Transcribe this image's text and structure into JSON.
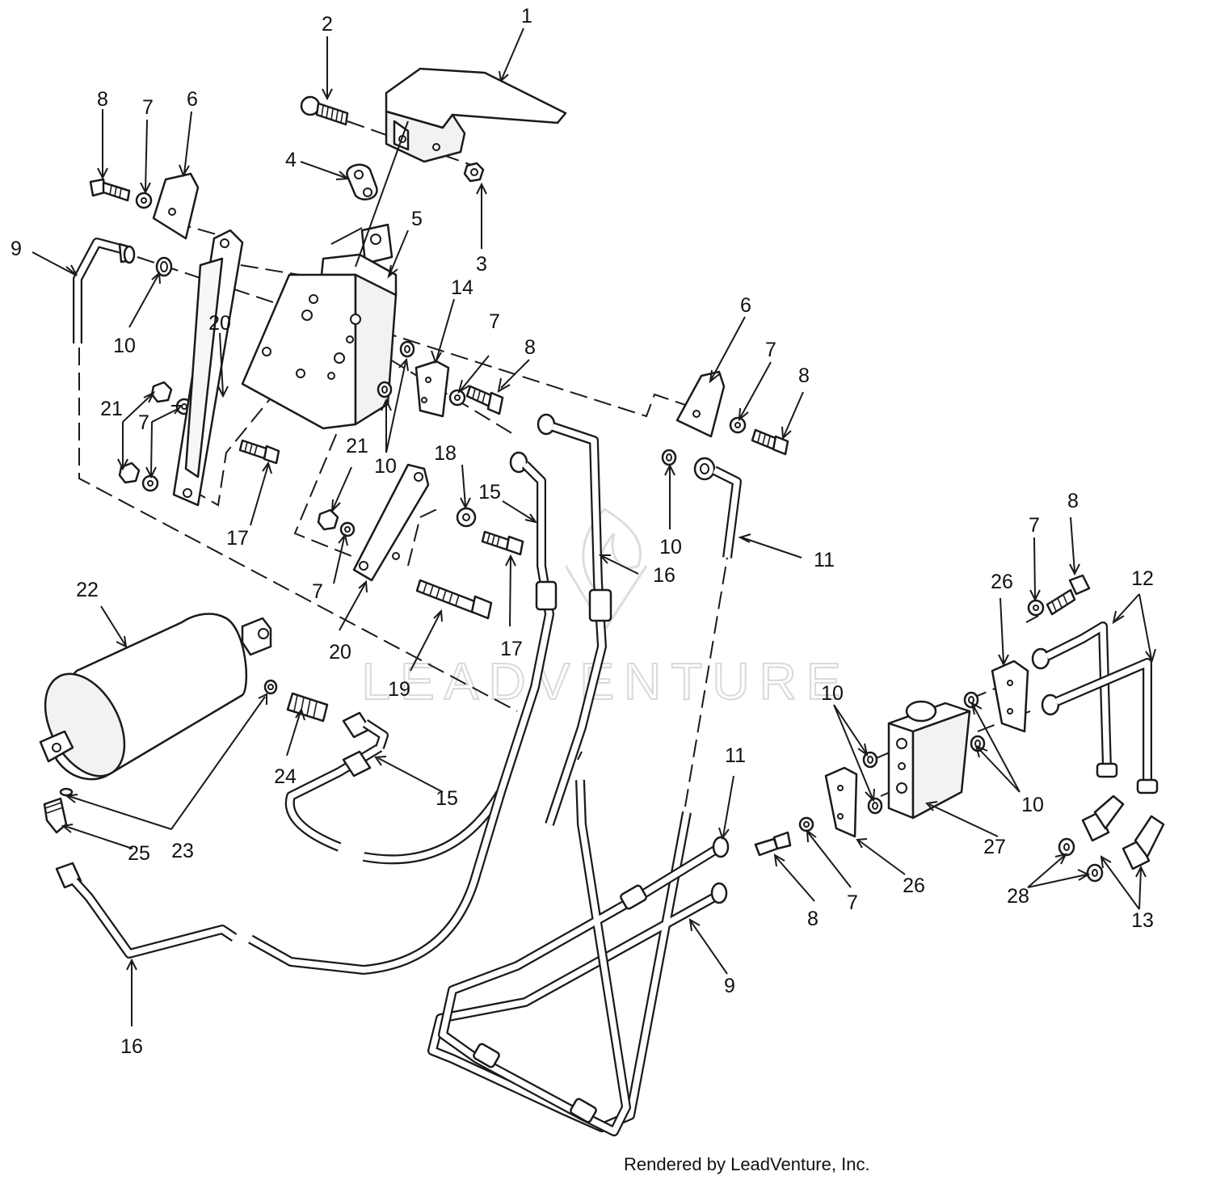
{
  "watermark_text": "LEADVENTURE",
  "credit": "Rendered by LeadVenture, Inc.",
  "callouts": {
    "c1": "1",
    "c2": "2",
    "c3": "3",
    "c4": "4",
    "c5": "5",
    "c6a": "6",
    "c6b": "6",
    "c7a": "7",
    "c7b": "7",
    "c7c": "7",
    "c7d": "7",
    "c7e": "7",
    "c7f": "7",
    "c7g": "7",
    "c8a": "8",
    "c8b": "8",
    "c8c": "8",
    "c8d": "8",
    "c8e": "8",
    "c9a": "9",
    "c9b": "9",
    "c10a": "10",
    "c10b": "10",
    "c10c": "10",
    "c10d": "10",
    "c10e": "10",
    "c11a": "11",
    "c11b": "11",
    "c12": "12",
    "c13": "13",
    "c14": "14",
    "c15a": "15",
    "c15b": "15",
    "c16a": "16",
    "c16b": "16",
    "c17a": "17",
    "c17b": "17",
    "c18": "18",
    "c19": "19",
    "c20a": "20",
    "c20b": "20",
    "c21a": "21",
    "c21b": "21",
    "c22": "22",
    "c23": "23",
    "c24": "24",
    "c25": "25",
    "c26a": "26",
    "c26b": "26",
    "c27": "27",
    "c28": "28"
  }
}
